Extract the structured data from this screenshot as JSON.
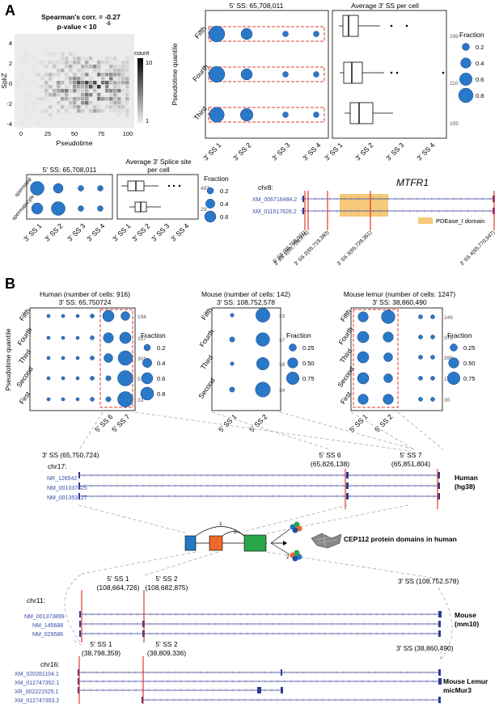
{
  "panelA": {
    "letter": "A",
    "corr": {
      "line1": "Spearman's corr. = -0.27",
      "line2": "p-value < 10",
      "exp": "-5",
      "xlabel": "Pseudotime",
      "ylabel": "SpliZ",
      "xticks": [
        "0",
        "25",
        "50",
        "75",
        "100"
      ],
      "yticks": [
        "4",
        "2",
        "0",
        "-2",
        "-4"
      ],
      "legend_title": "count",
      "legend_hi": "10",
      "legend_lo": "1"
    },
    "dotTop": {
      "title": "5' SS: 65,708,011",
      "rows": [
        "Fifth",
        "Fourth",
        "Third"
      ],
      "cols": [
        "3' SS 1",
        "3' SS 2",
        "3' SS 3",
        "3' SS 4"
      ],
      "ylabel": "Pseudotime quantile",
      "sizes": [
        [
          0.8,
          0.4,
          0.1,
          0.1
        ],
        [
          0.8,
          0.4,
          0.1,
          0.1
        ],
        [
          0.7,
          0.5,
          0.1,
          0.1
        ]
      ]
    },
    "boxTop": {
      "title": "Average 3' SS per cell",
      "cols": [
        "3' SS 1",
        "3' SS 2",
        "3' SS 3",
        "3' SS 4"
      ],
      "counts": [
        "299",
        "110",
        "105"
      ]
    },
    "fractionTop": {
      "title": "Fraction",
      "items": [
        "0.2",
        "0.4",
        "0.6",
        "0.8"
      ]
    },
    "dotSmall": {
      "title": "5' SS: 65,708,011",
      "rows": [
        "spermatid",
        "spermatocyte"
      ],
      "cols": [
        "3' SS 1",
        "3' SS 2",
        "3' SS 3",
        "3' SS 4"
      ]
    },
    "boxSmall": {
      "title1": "Average 3' Splice site",
      "title2": "per cell",
      "cols": [
        "3' SS 1",
        "3' SS 2",
        "3' SS 3",
        "3' SS 4"
      ],
      "counts": [
        "497",
        "29"
      ]
    },
    "fractionSmall": {
      "title": "Fraction",
      "items": [
        "0.2",
        "0.4",
        "0.6"
      ]
    },
    "gene": {
      "name": "MTFR1",
      "chr": "chr8:",
      "transcripts": [
        "XM_006716484.2",
        "XM_011517626.2"
      ],
      "domain": "PDEase_I domain",
      "sites": [
        "5' SS (65,708,011)",
        "3' SS 1(65,708,976)",
        "3' SS 2(65,719,380)",
        "3' SS 3(65,728,361)",
        "3' SS 4(65,770,947)"
      ]
    }
  },
  "panelB": {
    "letter": "B",
    "ylabel": "Pseudotime quantile",
    "human": {
      "title1": "Human (number of cells: 916)",
      "title2": "3' SS: 65,750724",
      "rows": [
        "Fifth",
        "Fourth",
        "Third",
        "Second",
        "First"
      ],
      "cols": [
        "5' SS 6",
        "5' SS 7"
      ],
      "counts": [
        "194",
        "337",
        "301",
        "51",
        "33"
      ]
    },
    "mouse": {
      "title1": "Mouse (number of cells: 142)",
      "title2": "3' SS: 108,752,578",
      "rows": [
        "Fifth",
        "Fourth",
        "Third",
        "Second"
      ],
      "cols": [
        "5' SS 1",
        "5' SS 2"
      ],
      "counts": [
        "33",
        "37",
        "38",
        "34"
      ]
    },
    "lemur": {
      "title1": "Mouse lemur (number of cells: 1247)",
      "title2": "3' SS: 38,860,490",
      "rows": [
        "Fifth",
        "Fourth",
        "Third",
        "Second",
        "First"
      ],
      "cols": [
        "5' SS 1",
        "5' SS 2"
      ],
      "counts": [
        "249",
        "378",
        "399",
        "191",
        "30"
      ]
    },
    "fracHuman": {
      "title": "Fraction",
      "items": [
        "0.2",
        "0.4",
        "0.6",
        "0.8"
      ]
    },
    "fracMouse": {
      "title": "Fraction",
      "items": [
        "0.25",
        "0.50",
        "0.75"
      ]
    },
    "fracLemur": {
      "title": "Fraction",
      "items": [
        "0.25",
        "0.50",
        "0.75"
      ]
    },
    "humanTrack": {
      "sites": [
        "3' SS (65,750,724)",
        "5' SS 6",
        "(65,826,138)",
        "5' SS 7",
        "(65,851,804)"
      ],
      "chr": "chr17:",
      "transcripts": [
        "NR_126542",
        "NM_001037325",
        "NM_001353127"
      ],
      "species": "Human",
      "assembly": "(hg38)"
    },
    "schematic": {
      "label": "CEP112 protein domains in human",
      "arrows": [
        "1",
        "2"
      ]
    },
    "mouseTrack": {
      "sites": [
        "5' SS 1",
        "(108,664,726)",
        "5' SS 2",
        "(108,682,875)",
        "3' SS (108,752,578)"
      ],
      "chr": "chr11:",
      "transcripts": [
        "NM_001373899",
        "NM_145688",
        "NM_029586"
      ],
      "species": "Mouse",
      "assembly": "(mm10)"
    },
    "lemurTrack": {
      "sites": [
        "5' SS 1",
        "(38,798,359)",
        "5' SS 2",
        "(38,809,336)",
        "3' SS (38,860,490)"
      ],
      "chr": "chr16:",
      "transcripts": [
        "XM_020281104.1",
        "XM_012747352.1",
        "XR_002221525.1",
        "XM_012747353.2"
      ],
      "species": "Mouse Lemur",
      "assembly": "micMur3"
    }
  },
  "colors": {
    "dot": "#2a78c8",
    "dotStroke": "#1c3d78",
    "red": "#e23a2c",
    "domain": "#f7c97a",
    "track": "#2f3a8f"
  }
}
